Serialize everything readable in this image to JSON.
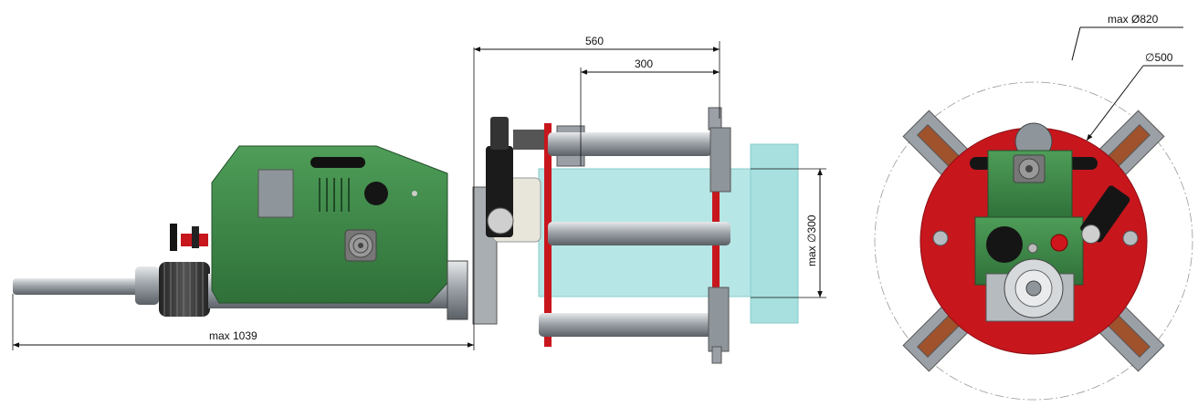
{
  "dimensions": {
    "length_max": "max 1039",
    "span_total": "560",
    "span_inner": "300",
    "pipe_diameter": "max ∅300",
    "swing_diameter": "max Ø820",
    "ring_diameter": "∅500"
  },
  "colors": {
    "housing_green": "#3f8a4a",
    "frame_red": "#c8161d",
    "steel_grey": "#9aa0a6",
    "pipe_cyan": "#b6e6e6"
  }
}
